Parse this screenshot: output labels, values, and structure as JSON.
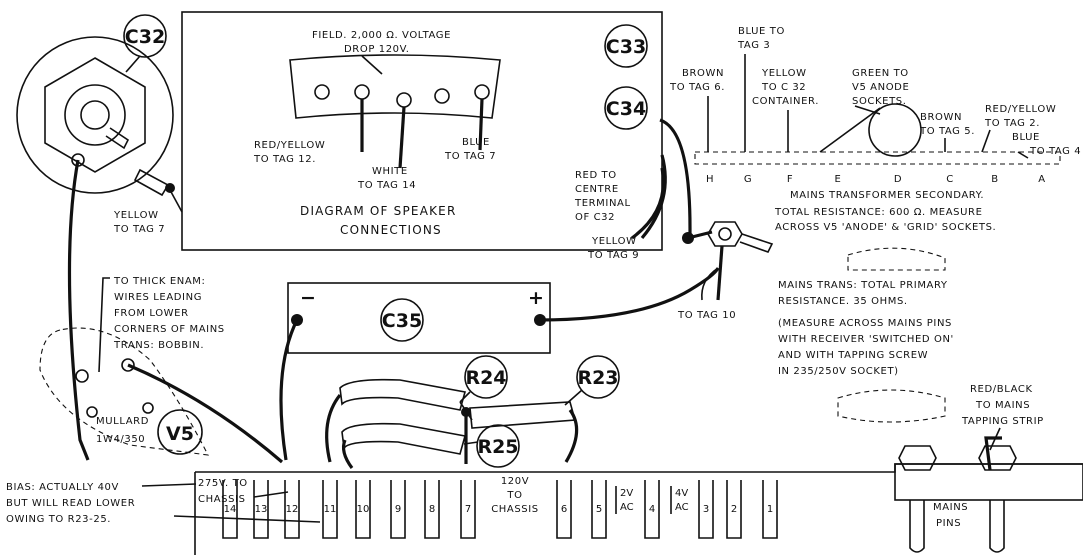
{
  "components": {
    "c32": "C32",
    "c33": "C33",
    "c34": "C34",
    "c35": "C35",
    "r23": "R23",
    "r24": "R24",
    "r25": "R25",
    "v5": "V5"
  },
  "speaker": {
    "field_line1": "FIELD. 2,000 Ω. VOLTAGE",
    "field_line2": "DROP 120V.",
    "redyellow_line1": "RED/YELLOW",
    "redyellow_line2": "TO TAG 12.",
    "white_line1": "WHITE",
    "white_line2": "TO TAG 14",
    "blue_line1": "BLUE",
    "blue_line2": "TO TAG 7",
    "caption_line1": "DIAGRAM OF SPEAKER",
    "caption_line2": "CONNECTIONS"
  },
  "c32_labels": {
    "yellow_line1": "YELLOW",
    "yellow_line2": "TO TAG 7"
  },
  "c34_labels": {
    "red_line1": "RED TO",
    "red_line2": "CENTRE",
    "red_line3": "TERMINAL",
    "red_line4": "OF C32",
    "yellow_line1": "YELLOW",
    "yellow_line2": "TO TAG 9"
  },
  "transformer": {
    "blue_tag3_line1": "BLUE TO",
    "blue_tag3_line2": "TAG 3",
    "brown6_line1": "BROWN",
    "brown6_line2": "TO TAG 6.",
    "yellowc32_line1": "YELLOW",
    "yellowc32_line2": "TO C 32",
    "yellowc32_line3": "CONTAINER.",
    "green_line1": "GREEN TO",
    "green_line2": "V5 ANODE",
    "green_line3": "SOCKETS.",
    "brown5_line1": "BROWN",
    "brown5_line2": "TO TAG 5.",
    "redyellow2_line1": "RED/YELLOW",
    "redyellow2_line2": "TO TAG 2.",
    "blue4_line1": "BLUE",
    "blue4_line2": "TO TAG 4",
    "letters": [
      "H",
      "G",
      "F",
      "E",
      "D",
      "C",
      "B",
      "A"
    ],
    "secondary_line1": "MAINS TRANSFORMER SECONDARY.",
    "secondary_line2": "TOTAL RESISTANCE: 600 Ω. MEASURE",
    "secondary_line3": "ACROSS V5 'ANODE' & 'GRID' SOCKETS.",
    "primary_line1": "MAINS TRANS: TOTAL PRIMARY",
    "primary_line2": "RESISTANCE. 35 OHMS.",
    "primary_line3": "(MEASURE ACROSS MAINS PINS",
    "primary_line4": "WITH RECEIVER 'SWITCHED ON'",
    "primary_line5": "AND WITH TAPPING SCREW",
    "primary_line6": "IN 235/250V SOCKET)"
  },
  "c35_labels": {
    "minus": "−",
    "plus": "+",
    "to_tag10": "TO TAG 10"
  },
  "left_notes": {
    "thick_line1": "TO THICK ENAM:",
    "thick_line2": "WIRES LEADING",
    "thick_line3": "FROM LOWER",
    "thick_line4": "CORNERS OF MAINS",
    "thick_line5": "TRANS: BOBBIN.",
    "mullard": "MULLARD",
    "valve_type": "1W4/350"
  },
  "redblack": {
    "line1": "RED/BLACK",
    "line2": "TO MAINS",
    "line3": "TAPPING STRIP"
  },
  "bottom": {
    "bias_line1": "BIAS: ACTUALLY 40V",
    "bias_line2": "BUT WILL READ LOWER",
    "bias_line3": "OWING TO R23-25.",
    "v275_line1": "275V. TO",
    "v275_line2": "CHASSIS",
    "v120_line1": "120V",
    "v120_line2": "TO",
    "v120_line3": "CHASSIS",
    "v2ac_line1": "2V",
    "v2ac_line2": "AC",
    "v4ac_line1": "4V",
    "v4ac_line2": "AC",
    "mains_line1": "MAINS",
    "mains_line2": "PINS",
    "tag_numbers": [
      "14",
      "13",
      "12",
      "11",
      "10",
      "9",
      "8",
      "7",
      "6",
      "5",
      "4",
      "3",
      "2",
      "1"
    ]
  }
}
